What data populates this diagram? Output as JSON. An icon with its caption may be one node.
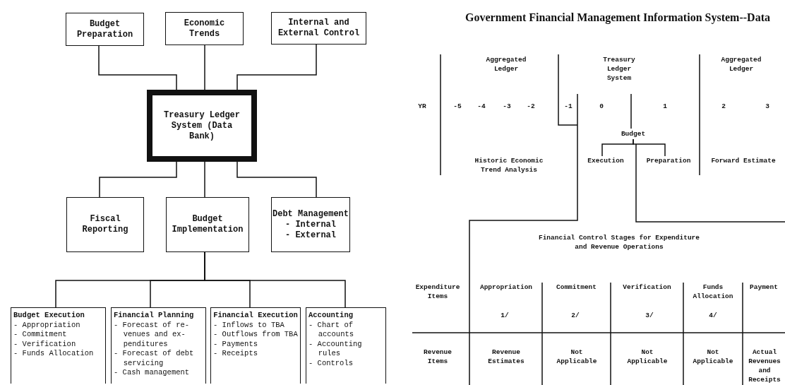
{
  "diagram": {
    "title": "Government Financial Management Information System--Data",
    "nodes": [
      {
        "text": [
          "Budget Preparation"
        ]
      },
      {
        "text": [
          "Economic Trends"
        ]
      },
      {
        "text": [
          "Internal and External Control"
        ]
      },
      {
        "text": [
          "Treasury Ledger System (Data Bank)"
        ]
      },
      {
        "text": [
          "Fiscal Reporting"
        ]
      },
      {
        "text": [
          "Budget Implementation"
        ]
      },
      {
        "text": [
          "Debt Management",
          "- Internal",
          "- External"
        ]
      },
      {
        "text": [
          "Budget Execution",
          "- Appropriation",
          "- Commitment",
          "- Verification",
          "- Funds Allocation"
        ]
      },
      {
        "text": [
          "Financial Planning",
          "- Forecast of re- venues and ex- penditures",
          "- Forecast of debt servicing",
          "- Cash management"
        ]
      },
      {
        "text": [
          "Financial Execution",
          "- Inflows to TBA",
          "- Outflows from TBA",
          "- Payments",
          "- Receipts"
        ]
      },
      {
        "text": [
          "Accounting",
          "- Chart of accounts",
          "- Accounting rules",
          "- Controls"
        ]
      },
      {
        "text": [
          "Budget"
        ]
      },
      {
        "text": [
          "Execution"
        ]
      },
      {
        "text": [
          "Preparation"
        ]
      }
    ],
    "edges": [
      {
        "from": 0,
        "to": 3,
        "arrow": "none"
      },
      {
        "from": 1,
        "to": 3,
        "arrow": "none"
      },
      {
        "from": 2,
        "to": 3,
        "arrow": "none"
      },
      {
        "from": 3,
        "to": 4,
        "arrow": "none"
      },
      {
        "from": 3,
        "to": 5,
        "arrow": "none"
      },
      {
        "from": 3,
        "to": 6,
        "arrow": "none"
      },
      {
        "from": 5,
        "to": 7,
        "arrow": "none"
      },
      {
        "from": 5,
        "to": 8,
        "arrow": "none"
      },
      {
        "from": 5,
        "to": 9,
        "arrow": "none"
      },
      {
        "from": 5,
        "to": 10,
        "arrow": "none"
      },
      {
        "from": 11,
        "to": 12,
        "arrow": "none"
      },
      {
        "from": 11,
        "to": 13,
        "arrow": "none"
      }
    ],
    "labels": [
      "Aggregated Ledger",
      "Treasury Ledger System",
      "Aggregated Ledger",
      "YR",
      "-5",
      "-4",
      "-3",
      "-2",
      "-1",
      "0",
      "1",
      "2",
      "3",
      "Historic Economic Trend Analysis",
      "Forward Estimate",
      "Financial Control Stages for Expenditure and Revenue Operations",
      "Expenditure Items",
      "Appropriation",
      "Commitment",
      "Verification",
      "Funds Allocation",
      "Payment",
      "1/",
      "2/",
      "3/",
      "4/",
      "Revenue Items",
      "Revenue Estimates",
      "Not Applicable",
      "Not Applicable",
      "Not Applicable",
      "Actual Revenues and Receipts"
    ]
  }
}
